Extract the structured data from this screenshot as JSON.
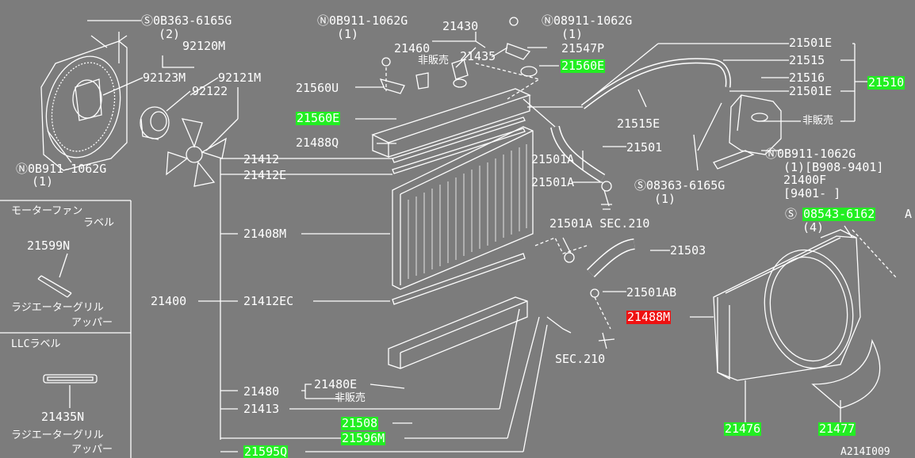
{
  "colors": {
    "background": "#7c7c7c",
    "lines": "#ffffff",
    "highlight_green": "#22ee22",
    "highlight_red": "#ee1111"
  },
  "labels": {
    "p0b363_6165g": "Ⓢ0B363-6165G",
    "qty_2a": "(2)",
    "p92120m": "92120M",
    "p92123m": "92123M",
    "p92121m": "92121M",
    "p92122": "92122",
    "n0b911_1062g_left": "Ⓝ0B911-1062G",
    "qty_1_left": "(1)",
    "motor_fan_label_1": "モーターファン",
    "motor_fan_label_2": "ラベル",
    "p21599n": "21599N",
    "radiator_grill_1": "ラジエーターグリル",
    "radiator_grill_2": "アッパー",
    "llc_label": "LLCラベル",
    "p21435n": "21435N",
    "radiator_grill_3": "ラジエーターグリル",
    "radiator_grill_4": "アッパー",
    "n0b911_1062g_top": "Ⓝ0B911-1062G",
    "qty_1_top": "(1)",
    "p21430": "21430",
    "p21460": "21460",
    "hibaibai_1": "非販売",
    "p21435": "21435",
    "n08911_1062g_topright": "Ⓝ08911-1062G",
    "qty_1_topright": "(1)",
    "p21547p": "21547P",
    "p21560e_top": "21560E",
    "p21560u": "21560U",
    "p21560e_left": "21560E",
    "p21488q": "21488Q",
    "p21412": "21412",
    "p21412e": "21412E",
    "p21408m": "21408M",
    "p21400": "21400",
    "p21412ec": "21412EC",
    "p21480": "21480",
    "p21480e": "21480E",
    "hibaibai_2": "非販売",
    "p21413": "21413",
    "p21508": "21508",
    "p21596m": "21596M",
    "p21595q": "21595Q",
    "p21501e_top": "21501E",
    "p21515": "21515",
    "p21516": "21516",
    "p21501e_mid": "21501E",
    "p21510": "21510",
    "hibaibai_3": "非販売",
    "p21515e": "21515E",
    "p21501": "21501",
    "p21501a_1": "21501A",
    "p21501a_2": "21501A",
    "s08363_6165g": "Ⓢ08363-6165G",
    "qty_1_s": "(1)",
    "n0b911_1062g_right": "Ⓝ0B911-1062G",
    "qty_date": "(1)[B908-9401]",
    "p21400f": "21400F",
    "date_range": "[9401-  ]",
    "s08543_prefix": "Ⓢ",
    "s08543": "08543-6162",
    "s08543_suffix": "A",
    "qty_4": "(4)",
    "p21501a_sec": "21501A SEC.210",
    "p21503": "21503",
    "p21501ab": "21501AB",
    "p21488m": "21488M",
    "sec210": "SEC.210",
    "p21476": "21476",
    "p21477": "21477",
    "figure_id": "A214I009"
  }
}
